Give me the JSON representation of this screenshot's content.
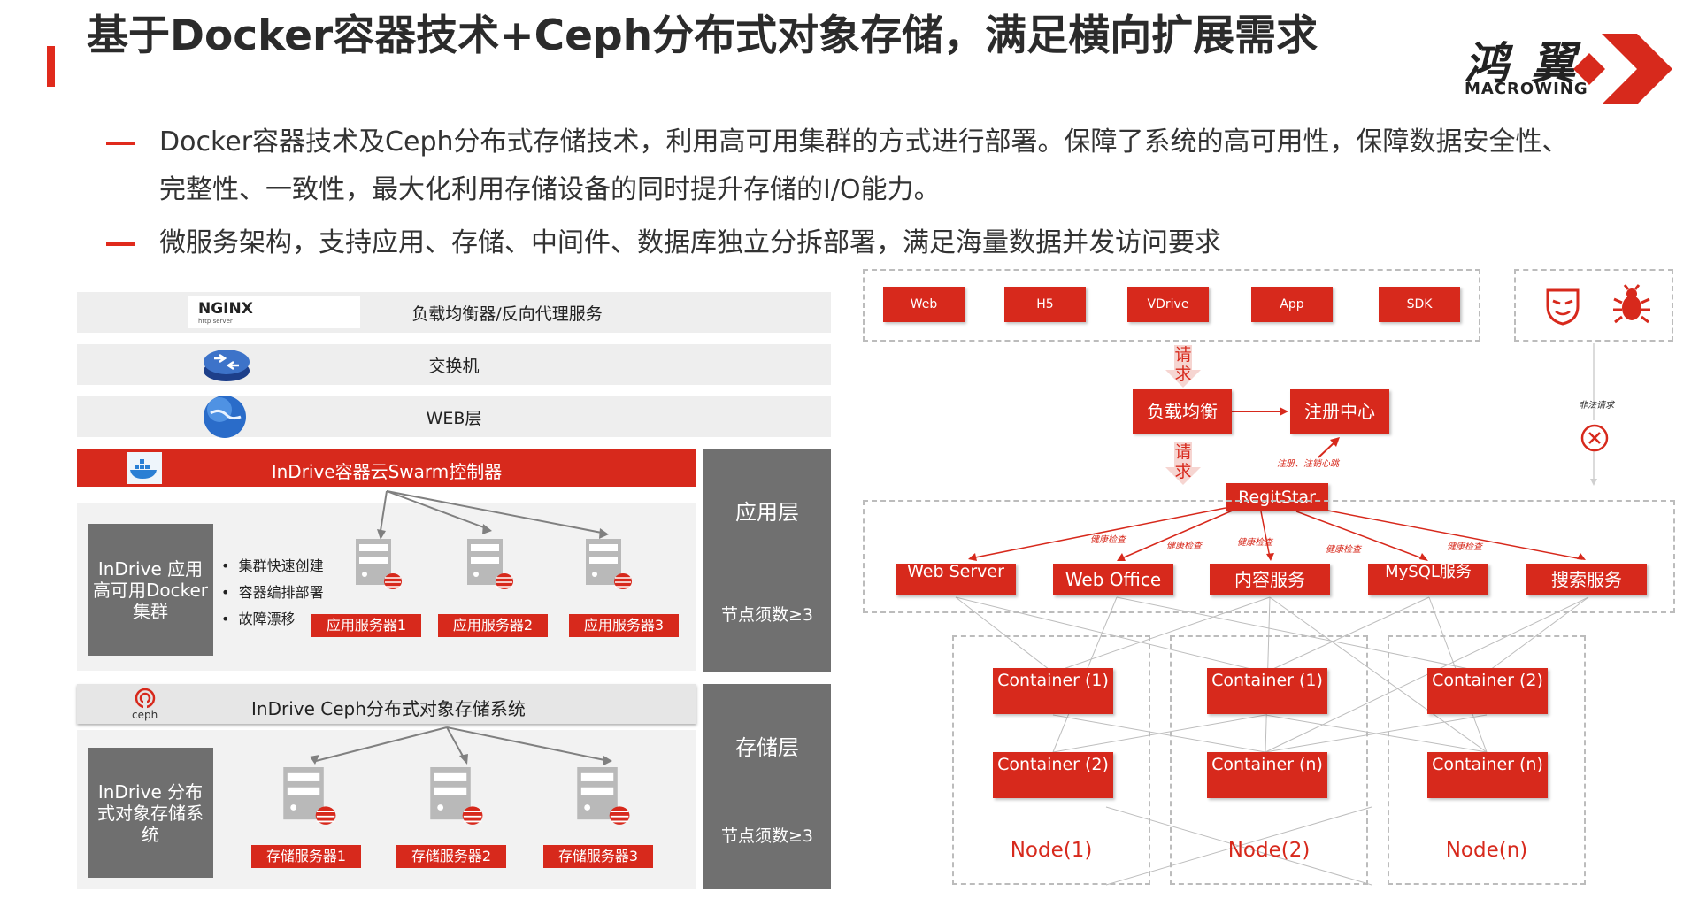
{
  "title": "基于Docker容器技术+Ceph分布式对象存储，满足横向扩展需求",
  "logo": {
    "cn": "鸿 翼",
    "en": "MACROWING"
  },
  "bullets": [
    {
      "line1": "Docker容器技术及Ceph分布式存储技术，利用高可用集群的方式进行部署。保障了系统的高可用性，保障数据安全性、",
      "line2": "完整性、一致性，最大化利用存储设备的同时提升存储的I/O能力。"
    },
    {
      "line1": "微服务架构，支持应用、存储、中间件、数据库独立分拆部署，满足海量数据并发访问要求"
    }
  ],
  "left": {
    "nginx_logo": "NGINX",
    "nginx_sub": "http server",
    "bands": [
      "负载均衡器/反向代理服务",
      "交换机",
      "WEB层"
    ],
    "swarm": "InDrive容器云Swarm控制器",
    "app_cluster": "InDrive 应用高可用Docker集群",
    "features": [
      "集群快速创建",
      "容器编排部署",
      "故障漂移"
    ],
    "app_servers": [
      "应用服务器1",
      "应用服务器2",
      "应用服务器3"
    ],
    "ceph_logo": "ceph",
    "ceph_title": "InDrive Ceph分布式对象存储系统",
    "storage_cluster": "InDrive 分布式对象存储系统",
    "storage_servers": [
      "存储服务器1",
      "存储服务器2",
      "存储服务器3"
    ],
    "app_layer": {
      "name": "应用层",
      "note": "节点须数≥3"
    },
    "storage_layer": {
      "name": "存储层",
      "note": "节点须数≥3"
    }
  },
  "right": {
    "clients": [
      "Web",
      "H5",
      "VDrive",
      "App",
      "SDK"
    ],
    "request1": "请求",
    "request2": "请求",
    "lb": "负载均衡",
    "registry": "注册中心",
    "reg_note": "注册、注销心跳",
    "regitstar": "RegitStar",
    "illegal": "非法请求",
    "health": "健康检查",
    "services": [
      "Web Server",
      "Web Office",
      "内容服务",
      "MySQL服务",
      "搜索服务"
    ],
    "nodes": [
      {
        "c1": "Container (1)",
        "c2": "Container (2)",
        "label": "Node(1)"
      },
      {
        "c1": "Container (1)",
        "c2": "Container (n)",
        "label": "Node(2)"
      },
      {
        "c1": "Container (2)",
        "c2": "Container (n)",
        "label": "Node(n)"
      }
    ]
  },
  "colors": {
    "accent": "#d7291c",
    "gray": "#6f6f6f"
  }
}
